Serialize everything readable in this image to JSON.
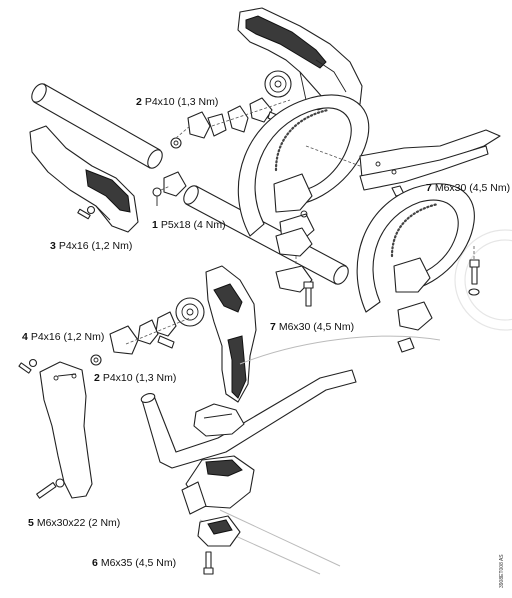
{
  "labels": {
    "top_p4x10": {
      "num": "2",
      "text": "P4x10 (1,3 Nm)"
    },
    "p5x18": {
      "num": "1",
      "text": "P5x18 (4 Nm)"
    },
    "top_p4x16": {
      "num": "3",
      "text": "P4x16 (1,2 Nm)"
    },
    "right_m6x30": {
      "num": "7",
      "text": "M6x30 (4,5 Nm)"
    },
    "mid_m6x30": {
      "num": "7",
      "text": "M6x30 (4,5 Nm)"
    },
    "left_p4x16": {
      "num": "4",
      "text": "P4x16 (1,2 Nm)"
    },
    "left_p4x10": {
      "num": "2",
      "text": "P4x10 (1,3 Nm)"
    },
    "m6x30x22": {
      "num": "5",
      "text": "M6x30x22 (2 Nm)"
    },
    "m6x35": {
      "num": "6",
      "text": "M6x35 (4,5 Nm)"
    }
  },
  "reference_code": "3908ET008 AS"
}
